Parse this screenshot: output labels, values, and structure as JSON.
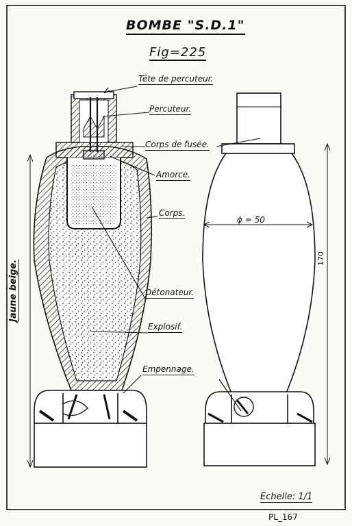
{
  "title": "BOMBE \"S.D.1\"",
  "figure": "Fig=225",
  "labels": {
    "tete": "Tête de percuteur.",
    "percuteur": "Percuteur.",
    "corps_fusee": "Corps de fusée.",
    "amorce": "Amorce.",
    "corps": "Corps.",
    "detonateur": "Détonateur.",
    "explosif": "Explosif.",
    "empennage": "Empennage."
  },
  "color_note": "Jaune beige.",
  "dimensions": {
    "diameter": "ϕ = 50",
    "height": "170"
  },
  "scale": "Echelle: 1/1",
  "plate": "PL_167",
  "colors": {
    "ink": "#111111",
    "paper": "#fbfaf6"
  }
}
